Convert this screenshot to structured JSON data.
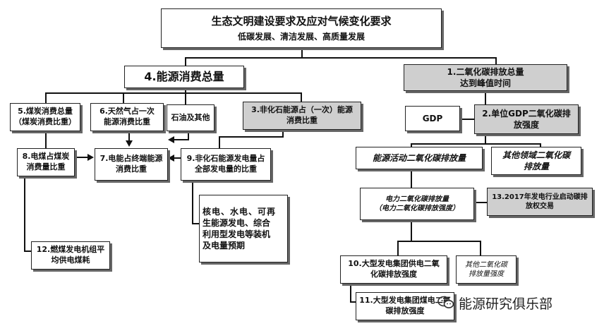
{
  "top": {
    "title": "生态文明建设要求及应对气候变化要求",
    "subtitle": "低碳发展、清洁发展、高质量发展"
  },
  "n4": "4.能源消费总量",
  "n1": {
    "line1": "1.二氧化碳排放总量",
    "line2": "达到峰值时间"
  },
  "n5": {
    "line1": "5.煤炭消费总量",
    "line2": "（煤炭消费比重）"
  },
  "n6": {
    "line1": "6.天然气占一次",
    "line2": "能源消费比重"
  },
  "oil": "石油及其他",
  "n3": {
    "line1": "3.非化石能源占（一次）能源",
    "line2": "消费比重"
  },
  "gdp": "GDP",
  "n2": {
    "line1": "2.单位GDP二氧化碳排",
    "line2": "放强度"
  },
  "n8": {
    "line1": "8.电煤占煤炭",
    "line2": "消费量比重"
  },
  "n7": {
    "line1": "7.电能占终端能源",
    "line2": "消费比重"
  },
  "n9": {
    "line1": "9.非化石能源发电量占",
    "line2": "全部发电量的比重"
  },
  "energy_act": "能源活动二氧化碳排放量",
  "other_field": {
    "line1": "其他领域二氧化碳",
    "line2": "排放量"
  },
  "power": {
    "line1": "电力二氧化碳排放量",
    "line2": "（电力二氧化碳排放强度）"
  },
  "n13": {
    "line1": "13.2017年发电行业启动碳排",
    "line2": "放权交易"
  },
  "nuclear": {
    "line1": "核电、水电、可再",
    "line2": "生能源发电、综合",
    "line3": "利用型发电等装机",
    "line4": "及电量预期"
  },
  "n12": {
    "line1": "12.燃煤发电机组平",
    "line2": "均供电煤耗"
  },
  "n10": {
    "line1": "10.大型发电集团供电二氧",
    "line2": "化碳排放强度"
  },
  "other_int": {
    "line1": "其他二氧化碳",
    "line2": "排放量强度"
  },
  "n11": {
    "line1": "11.大型发电集团煤电二氧",
    "line2": "碳排放强度"
  },
  "watermark": "能源研究俱乐部"
}
